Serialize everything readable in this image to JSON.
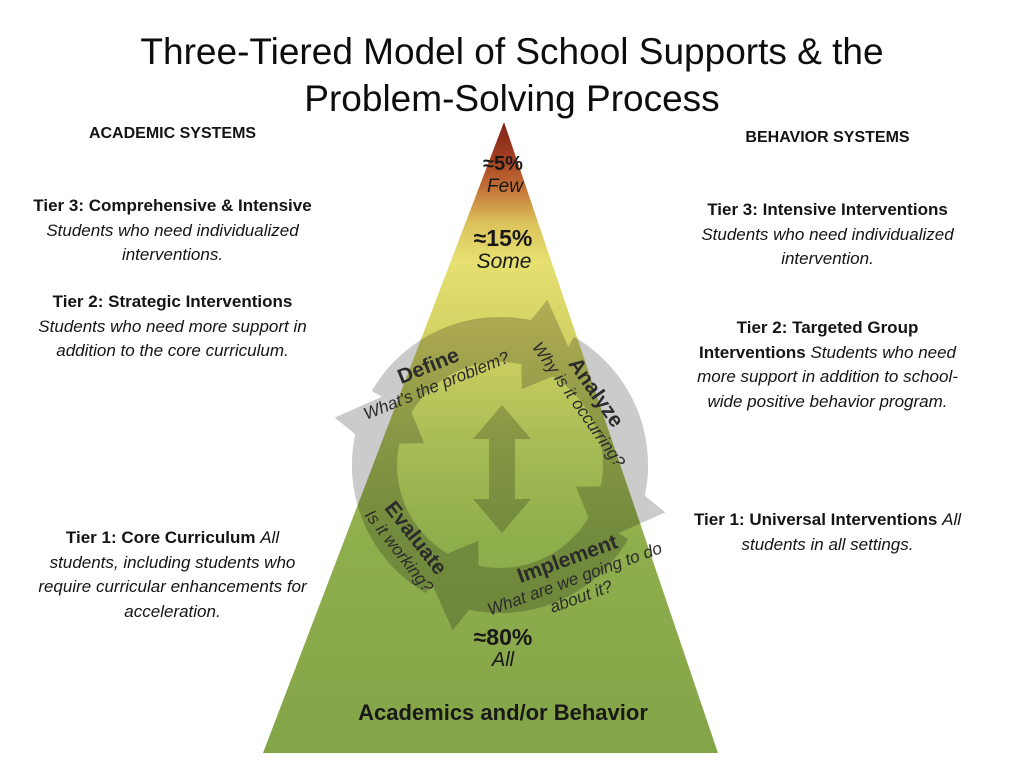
{
  "title": {
    "line1": "Three-Tiered Model of School Supports & the",
    "line2": "Problem-Solving Process"
  },
  "academic": {
    "header": "ACADEMIC SYSTEMS",
    "tier3_label": "Tier 3: Comprehensive & Intensive",
    "tier3_desc": "Students who need individualized interventions.",
    "tier2_label": "Tier 2: Strategic Interventions",
    "tier2_desc": "Students who need more support in addition to the core curriculum.",
    "tier1_label": "Tier 1: Core Curriculum",
    "tier1_desc": "All students, including students who require curricular enhancements for acceleration."
  },
  "behavior": {
    "header": "BEHAVIOR SYSTEMS",
    "tier3_label": "Tier 3: Intensive Interventions",
    "tier3_desc": "Students who need individualized intervention.",
    "tier2_label": "Tier 2: Targeted Group Interventions",
    "tier2_desc": "Students who need more support in addition to school-wide positive behavior program.",
    "tier1_label": "Tier 1: Universal Interventions",
    "tier1_desc": "All students in all settings."
  },
  "pyramid": {
    "tier3_percent": "≈5%",
    "tier3_scope": "Few",
    "tier2_percent": "≈15%",
    "tier2_scope": "Some",
    "tier1_percent": "≈80%",
    "tier1_scope": "All",
    "base_label": "Academics and/or Behavior",
    "gradient": [
      "#7E2418",
      "#9E3A20",
      "#C06B33",
      "#DCC25C",
      "#E6E070",
      "#D3D264",
      "#A9BD55",
      "#8FAE4C",
      "#84A449"
    ],
    "cycle_gray": "#C2C2C2"
  },
  "cycle": {
    "define_name": "Define",
    "define_q": "What's the problem?",
    "analyze_name": "Analyze",
    "analyze_q": "Why is it occurring?",
    "evaluate_name": "Evaluate",
    "evaluate_q": "Is it working?",
    "implement_name": "Implement",
    "implement_q": "What are we going to do about it?"
  }
}
